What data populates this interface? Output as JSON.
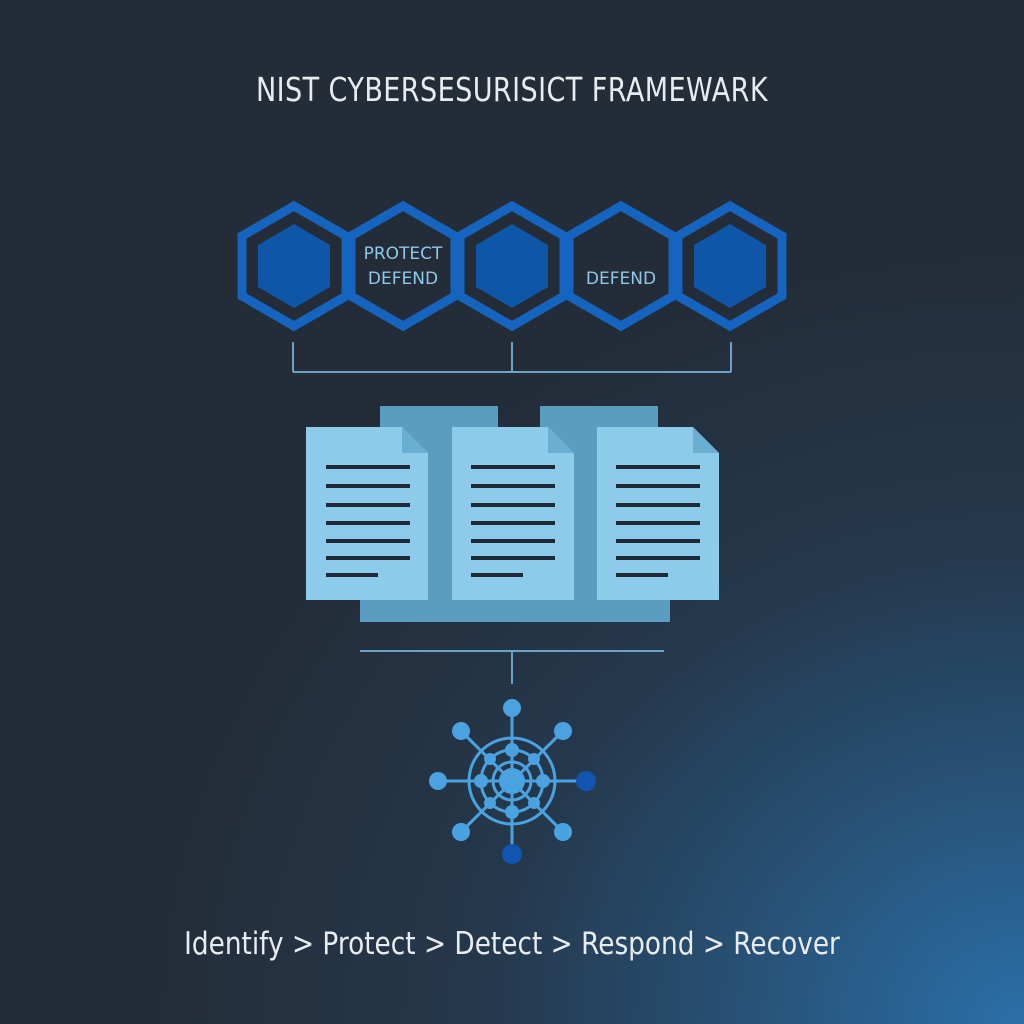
{
  "title": "NIST CYBERSESURISICT FRAMEWARK",
  "hexagons": [
    {
      "line1": "",
      "line2": ""
    },
    {
      "line1": "PROTECT",
      "line2": "DEFEND"
    },
    {
      "line1": "",
      "line2": ""
    },
    {
      "line1": "",
      "line2": "DEFEND"
    },
    {
      "line1": "",
      "line2": ""
    }
  ],
  "flow_text": "Identify > Protect > Detect > Respond > Recover",
  "colors": {
    "hex_outline": "#1565c0",
    "hex_fill": "#0d4f9c",
    "connector": "#6aa3c8",
    "document": "#8ccbea",
    "document_shadow": "#5a9dc0",
    "text_lines": "#1f2a36",
    "node_light": "#4aa3e0",
    "node_dark": "#1255b0"
  }
}
